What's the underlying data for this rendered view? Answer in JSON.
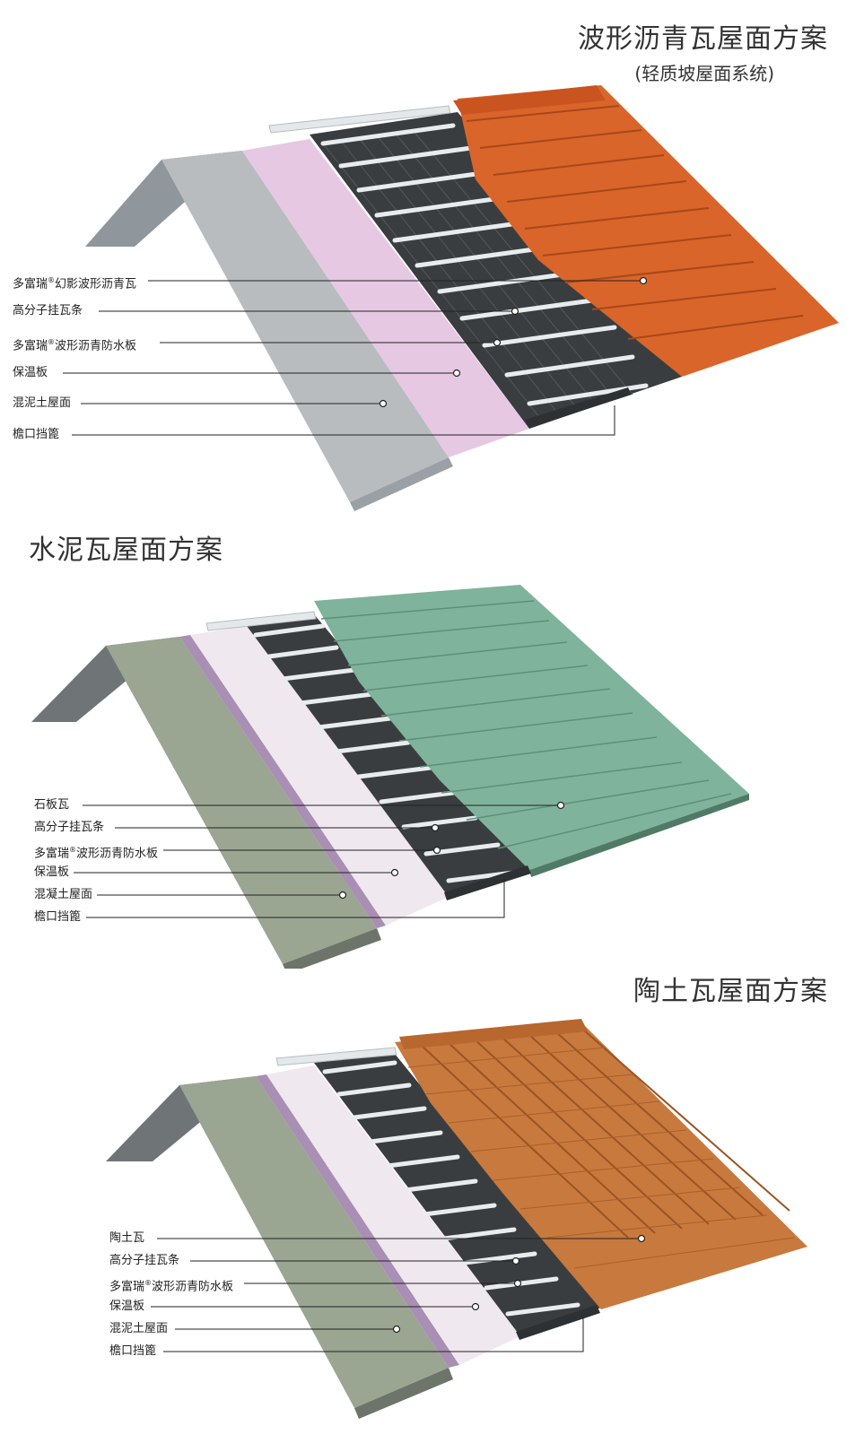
{
  "sections": [
    {
      "title": "波形沥青瓦屋面方案",
      "subtitle": "(轻质坡屋面系统)",
      "labels": [
        {
          "text": "多富瑞",
          "sup": "®",
          "rest": "幻影波形沥青瓦"
        },
        {
          "text": "高分子挂瓦条",
          "sup": "",
          "rest": ""
        },
        {
          "text": "多富瑞",
          "sup": "®",
          "rest": "波形沥青防水板"
        },
        {
          "text": "保温板",
          "sup": "",
          "rest": ""
        },
        {
          "text": "混泥土屋面",
          "sup": "",
          "rest": ""
        },
        {
          "text": "檐口挡篦",
          "sup": "",
          "rest": ""
        }
      ]
    },
    {
      "title": "水泥瓦屋面方案",
      "labels": [
        {
          "text": "石板瓦",
          "sup": "",
          "rest": ""
        },
        {
          "text": "高分子挂瓦条",
          "sup": "",
          "rest": ""
        },
        {
          "text": "多富瑞",
          "sup": "®",
          "rest": "波形沥青防水板"
        },
        {
          "text": "保温板",
          "sup": "",
          "rest": ""
        },
        {
          "text": "混凝土屋面",
          "sup": "",
          "rest": ""
        },
        {
          "text": "檐口挡篦",
          "sup": "",
          "rest": ""
        }
      ]
    },
    {
      "title": "陶土瓦屋面方案",
      "labels": [
        {
          "text": "陶土瓦",
          "sup": "",
          "rest": ""
        },
        {
          "text": "高分子挂瓦条",
          "sup": "",
          "rest": ""
        },
        {
          "text": "多富瑞",
          "sup": "®",
          "rest": "波形沥青防水板"
        },
        {
          "text": "保温板",
          "sup": "",
          "rest": ""
        },
        {
          "text": "混泥土屋面",
          "sup": "",
          "rest": ""
        },
        {
          "text": "檐口挡篦",
          "sup": "",
          "rest": ""
        }
      ]
    }
  ],
  "colors": {
    "concrete_gray": "#b9bcbf",
    "concrete_edge": "#8f969c",
    "concrete_green": "#9aa592",
    "insulation_pink": "#e6c8e3",
    "insulation_white": "#efe8ef",
    "underlay_dark": "#3a3d3f",
    "batten": "#e8ecee",
    "tile_orange": "#d9652a",
    "tile_green": "#7fb39c",
    "tile_clay": "#c8793d",
    "leader": "#222222"
  }
}
